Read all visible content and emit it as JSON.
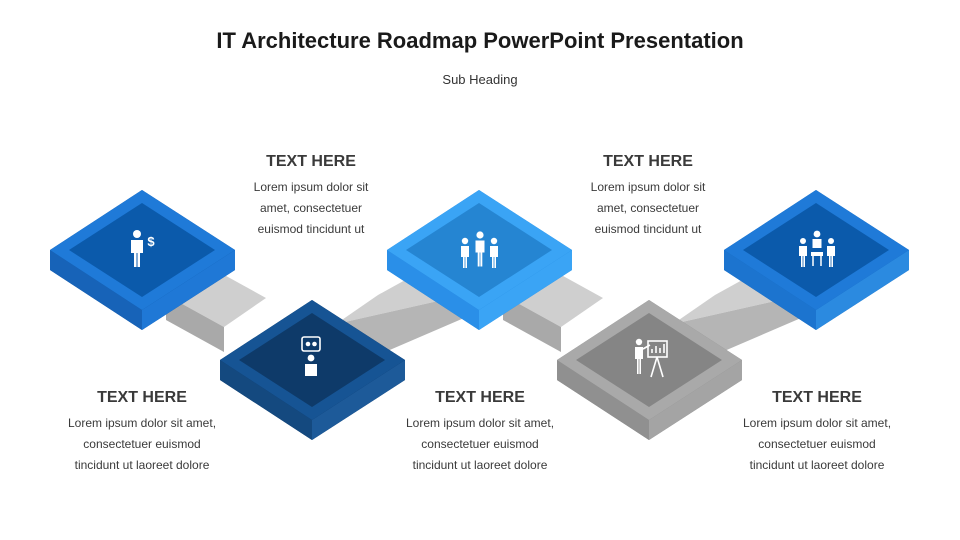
{
  "header": {
    "title": "IT Architecture Roadmap PowerPoint Presentation",
    "subtitle": "Sub Heading"
  },
  "steps": [
    {
      "heading": "TEXT HERE",
      "body": [
        "Lorem ipsum dolor sit amet,",
        "consectetuer euismod",
        "tincidunt ut laoreet dolore"
      ],
      "icon": "businessman-dollar-icon",
      "color": "#1a6fc4"
    },
    {
      "heading": "TEXT HERE",
      "body": [
        "Lorem ipsum dolor sit",
        "amet, consectetuer",
        "euismod tincidunt ut"
      ],
      "icon": "idea-thinking-person-icon",
      "color": "#0f3f75"
    },
    {
      "heading": "TEXT HERE",
      "body": [
        "Lorem ipsum dolor sit amet,",
        "consectetuer euismod",
        "tincidunt ut laoreet dolore"
      ],
      "icon": "team-group-icon",
      "color": "#2e8ee6"
    },
    {
      "heading": "TEXT HERE",
      "body": [
        "Lorem ipsum dolor sit",
        "amet, consectetuer",
        "euismod tincidunt ut"
      ],
      "icon": "presentation-board-icon",
      "color": "#8a8a8a"
    },
    {
      "heading": "TEXT HERE",
      "body": [
        "Lorem ipsum dolor sit amet,",
        "consectetuer euismod",
        "tincidunt ut laoreet dolore"
      ],
      "icon": "team-meeting-icon",
      "color": "#1a6fc4"
    }
  ],
  "connector_color": "#c4c4c4"
}
